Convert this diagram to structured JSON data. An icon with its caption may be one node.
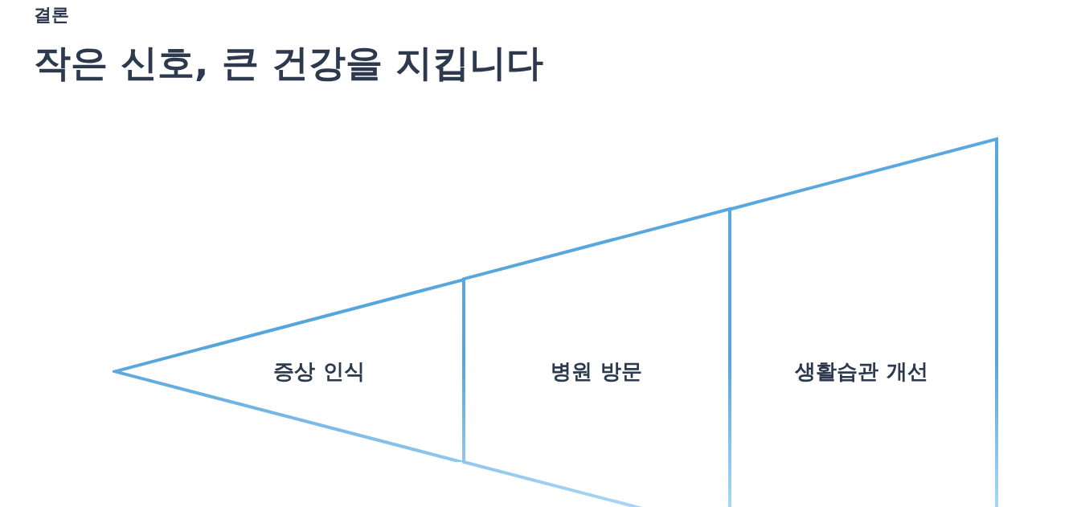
{
  "diagram": {
    "title": "작은 신호, 큰 건강을 지킵니다",
    "labels": [
      "결론"
    ],
    "nodes": [
      {
        "text": [
          "증상 인식"
        ]
      },
      {
        "text": [
          "병원 방문"
        ]
      },
      {
        "text": [
          "생활습관 개선"
        ]
      }
    ]
  }
}
